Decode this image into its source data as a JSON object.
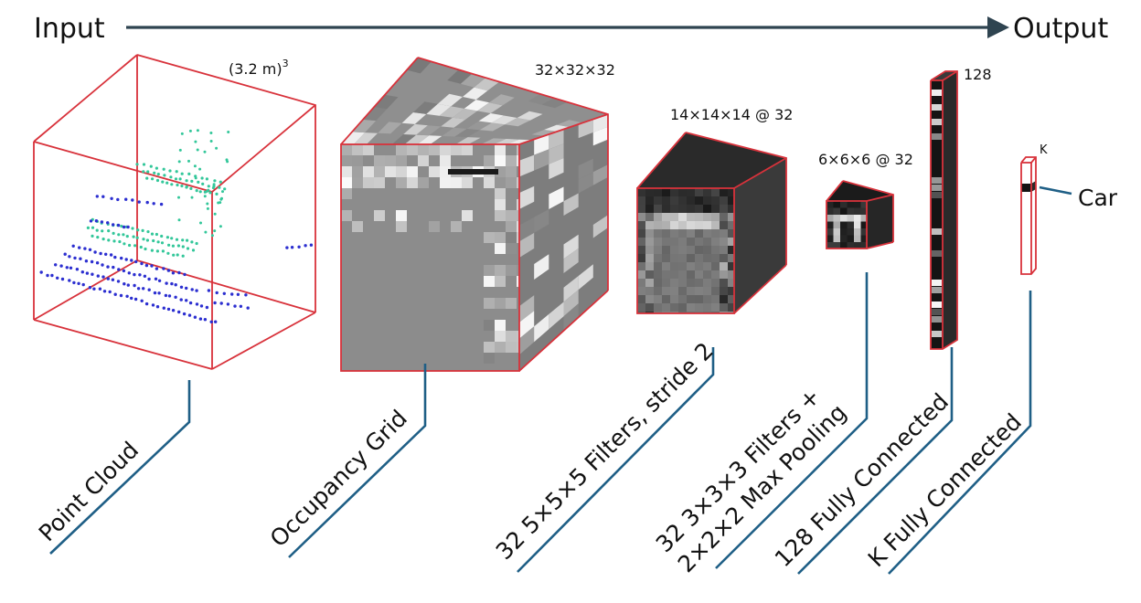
{
  "flow": {
    "input_label": "Input",
    "output_label": "Output"
  },
  "stages": {
    "point_cloud": {
      "size_label": "(3.2 m)",
      "size_exponent": "3",
      "caption": "Point Cloud"
    },
    "occupancy_grid": {
      "size_label": "32×32×32",
      "caption": "Occupancy Grid"
    },
    "conv1": {
      "size_label": "14×14×14 @ 32",
      "caption": "32 5×5×5 Filters, stride 2"
    },
    "conv2": {
      "size_label": "6×6×6 @ 32",
      "caption_line1": "32 3×3×3 Filters +",
      "caption_line2": "2×2×2 Max Pooling"
    },
    "fc1": {
      "size_label": "128",
      "caption": "128 Fully Connected"
    },
    "fc2": {
      "size_label": "K",
      "caption": "K Fully Connected",
      "output_class": "Car"
    }
  },
  "colors": {
    "cube_edges": "#d8323b",
    "leader_lines": "#1f5f86",
    "arrow": "#2f4450",
    "points_far": "#33c79a",
    "points_near": "#2c2fd0"
  }
}
